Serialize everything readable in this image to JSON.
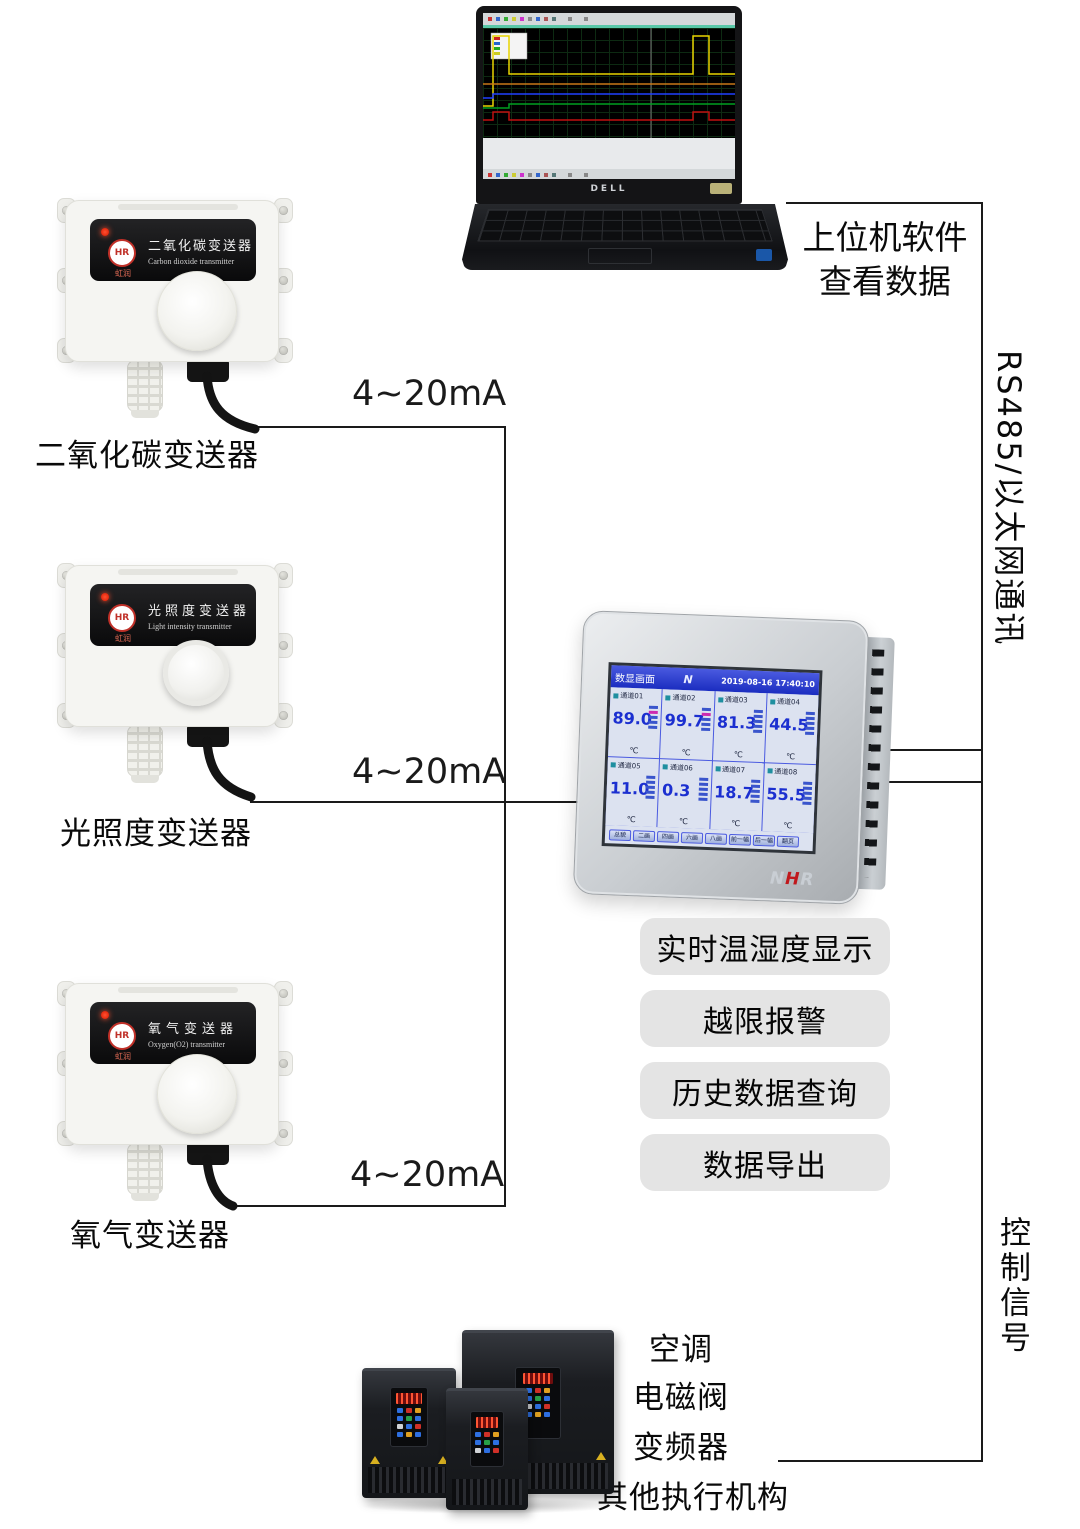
{
  "diagram": {
    "host_label_line1": "上位机软件",
    "host_label_line2": "查看数据",
    "rs485_label": "RS485/以太网通讯",
    "control_label": "控制信号",
    "signal_label_1": "4~20mA",
    "signal_label_2": "4~20mA",
    "signal_label_3": "4~20mA"
  },
  "laptop": {
    "brand": "DELL"
  },
  "sensors": [
    {
      "caption": "二氧化碳变送器",
      "panel_title": "二氧化碳变送器",
      "panel_subtitle": "Carbon dioxide transmitter",
      "brand_logo": "HR",
      "brand_name": "虹润"
    },
    {
      "caption": "光照度变送器",
      "panel_title": "光照度变送器",
      "panel_subtitle": "Light intensity transmitter",
      "brand_logo": "HR",
      "brand_name": "虹润"
    },
    {
      "caption": "氧气变送器",
      "panel_title": "氧气变送器",
      "panel_subtitle": "Oxygen(O2) transmitter",
      "brand_logo": "HR",
      "brand_name": "虹润"
    }
  ],
  "recorder": {
    "screen_title": "数显画面",
    "screen_logo": "N",
    "datetime": "2019-08-16 17:40:10",
    "unit": "℃",
    "channels": [
      {
        "label": "通道01",
        "value": "89.0"
      },
      {
        "label": "通道02",
        "value": "99.7"
      },
      {
        "label": "通道03",
        "value": "81.3"
      },
      {
        "label": "通道04",
        "value": "44.5"
      },
      {
        "label": "通道05",
        "value": "11.0"
      },
      {
        "label": "通道06",
        "value": "0.3"
      },
      {
        "label": "通道07",
        "value": "18.7"
      },
      {
        "label": "通道08",
        "value": "55.5"
      }
    ],
    "footer_buttons": [
      "总貌",
      "二画",
      "四画",
      "六画",
      "八画",
      "前一幅",
      "后一幅",
      "翻页"
    ],
    "logo_n": "N",
    "logo_h": "H",
    "logo_r": "R",
    "features": [
      "实时温湿度显示",
      "越限报警",
      "历史数据查询",
      "数据导出"
    ]
  },
  "actuators": [
    "空调",
    "电磁阀",
    "变频器",
    "其他执行机构"
  ]
}
